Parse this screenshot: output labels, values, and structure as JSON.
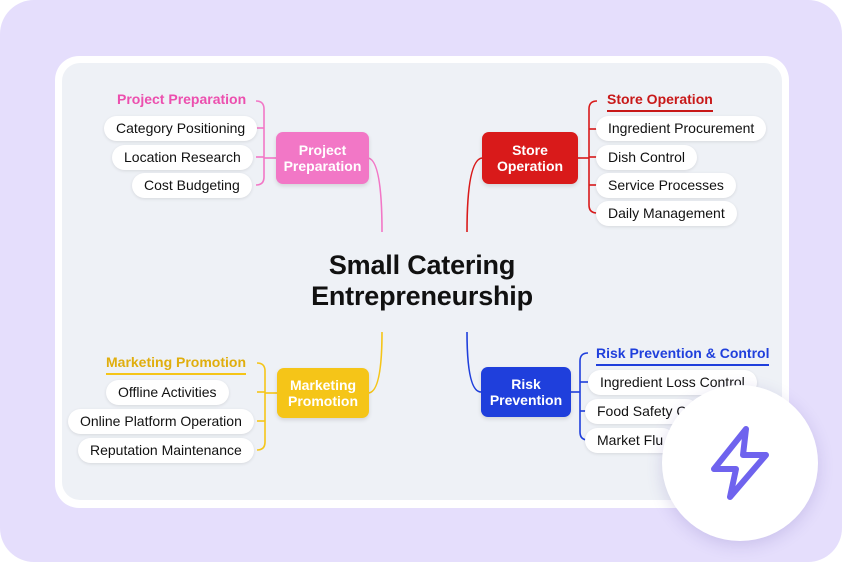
{
  "diagram": {
    "title": "Small Catering Entrepreneurship",
    "branches": {
      "top_left": {
        "label": "Project Preparation",
        "color": "#f277c6",
        "category": "Project Preparation",
        "items": [
          "Category Positioning",
          "Location Research",
          "Cost Budgeting"
        ]
      },
      "top_right": {
        "label": "Store Operation",
        "color": "#d91a1a",
        "category": "Store Operation",
        "items": [
          "Ingredient Procurement",
          "Dish Control",
          "Service Processes",
          "Daily Management"
        ]
      },
      "bottom_left": {
        "label": "Marketing Promotion",
        "color": "#f5c518",
        "category": "Marketing Promotion",
        "items": [
          "Offline Activities",
          "Online Platform Operation",
          "Reputation Maintenance"
        ]
      },
      "bottom_right": {
        "label": "Risk Prevention",
        "color": "#1f3fdc",
        "category": "Risk Prevention & Control",
        "items": [
          "Ingredient Loss Control",
          "Food Safety C",
          "Market Flu"
        ]
      }
    }
  },
  "badge": {
    "icon": "lightning-bolt-icon",
    "color": "#6f63ee"
  }
}
